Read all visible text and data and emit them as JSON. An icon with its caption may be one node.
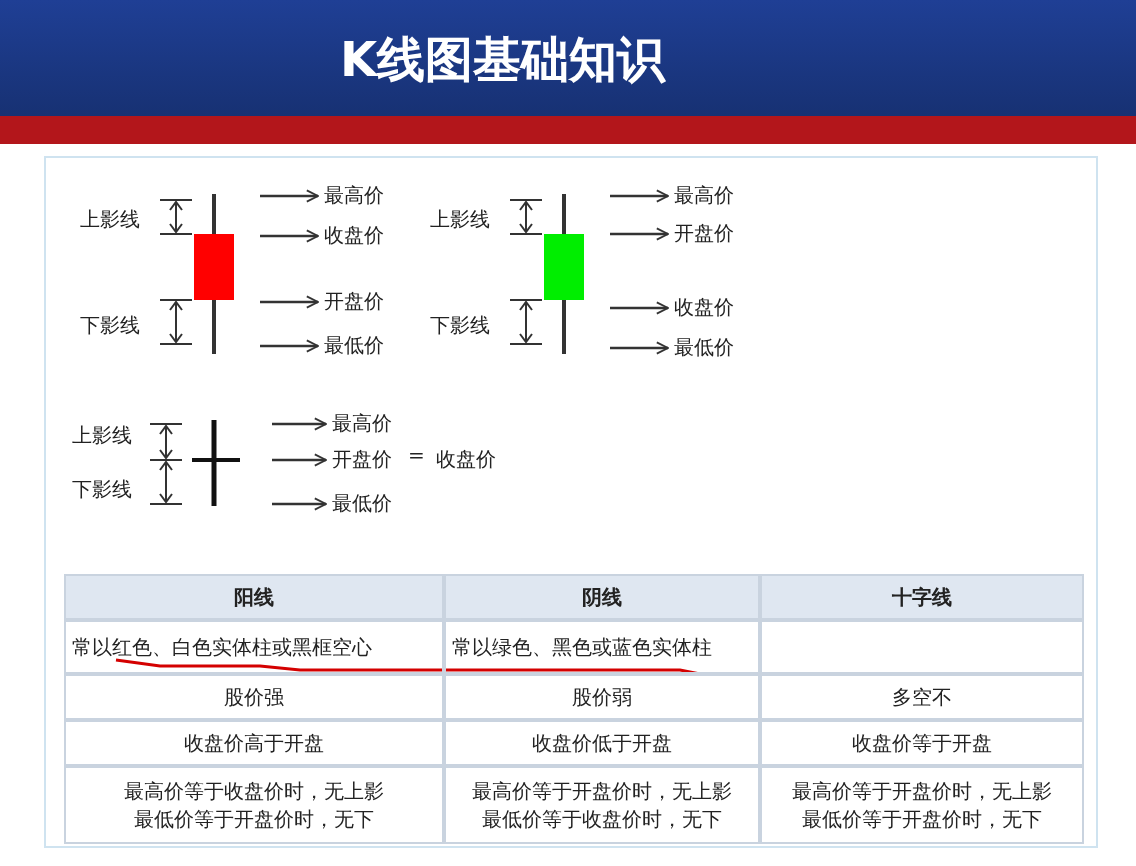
{
  "diagram": {
    "title": "K线图基础知识",
    "nodes": [
      {
        "text": [
          "最高价"
        ]
      },
      {
        "text": [
          "收盘价"
        ]
      },
      {
        "text": [
          "开盘价"
        ]
      },
      {
        "text": [
          "最低价"
        ]
      },
      {
        "text": [
          "最高价"
        ]
      },
      {
        "text": [
          "开盘价"
        ]
      },
      {
        "text": [
          "收盘价"
        ]
      },
      {
        "text": [
          "最低价"
        ]
      },
      {
        "text": [
          "最高价"
        ]
      },
      {
        "text": [
          "开盘价"
        ]
      },
      {
        "text": [
          "最低价"
        ]
      }
    ],
    "edges": [
      {
        "from": null,
        "to": 0,
        "arrow": "to"
      },
      {
        "from": null,
        "to": 1,
        "arrow": "to"
      },
      {
        "from": null,
        "to": 2,
        "arrow": "to"
      },
      {
        "from": null,
        "to": 3,
        "arrow": "to"
      },
      {
        "from": null,
        "to": 4,
        "arrow": "to"
      },
      {
        "from": null,
        "to": 5,
        "arrow": "to"
      },
      {
        "from": null,
        "to": 6,
        "arrow": "to"
      },
      {
        "from": null,
        "to": 7,
        "arrow": "to"
      },
      {
        "from": null,
        "to": 8,
        "arrow": "to"
      },
      {
        "from": null,
        "to": 9,
        "arrow": "to"
      },
      {
        "from": null,
        "to": 10,
        "arrow": "to"
      }
    ],
    "labels": [
      "上影线",
      "下影线",
      "上影线",
      "下影线",
      "上影线",
      "下影线",
      "=",
      "收盘价",
      "阳线",
      "阴线",
      "十字线",
      "常以红色、白色实体柱或黑框空心",
      "常以绿色、黑色或蓝色实体柱",
      "股价强",
      "股价弱",
      "多空不",
      "收盘价高于开盘",
      "收盘价低于开盘",
      "收盘价等于开盘",
      "最高价等于收盘价时，无上影",
      "最低价等于开盘价时，无下",
      "最高价等于开盘价时，无上影",
      "最低价等于收盘价时，无下",
      "最高价等于开盘价时，无上影",
      "最低价等于开盘价时，无下"
    ]
  }
}
